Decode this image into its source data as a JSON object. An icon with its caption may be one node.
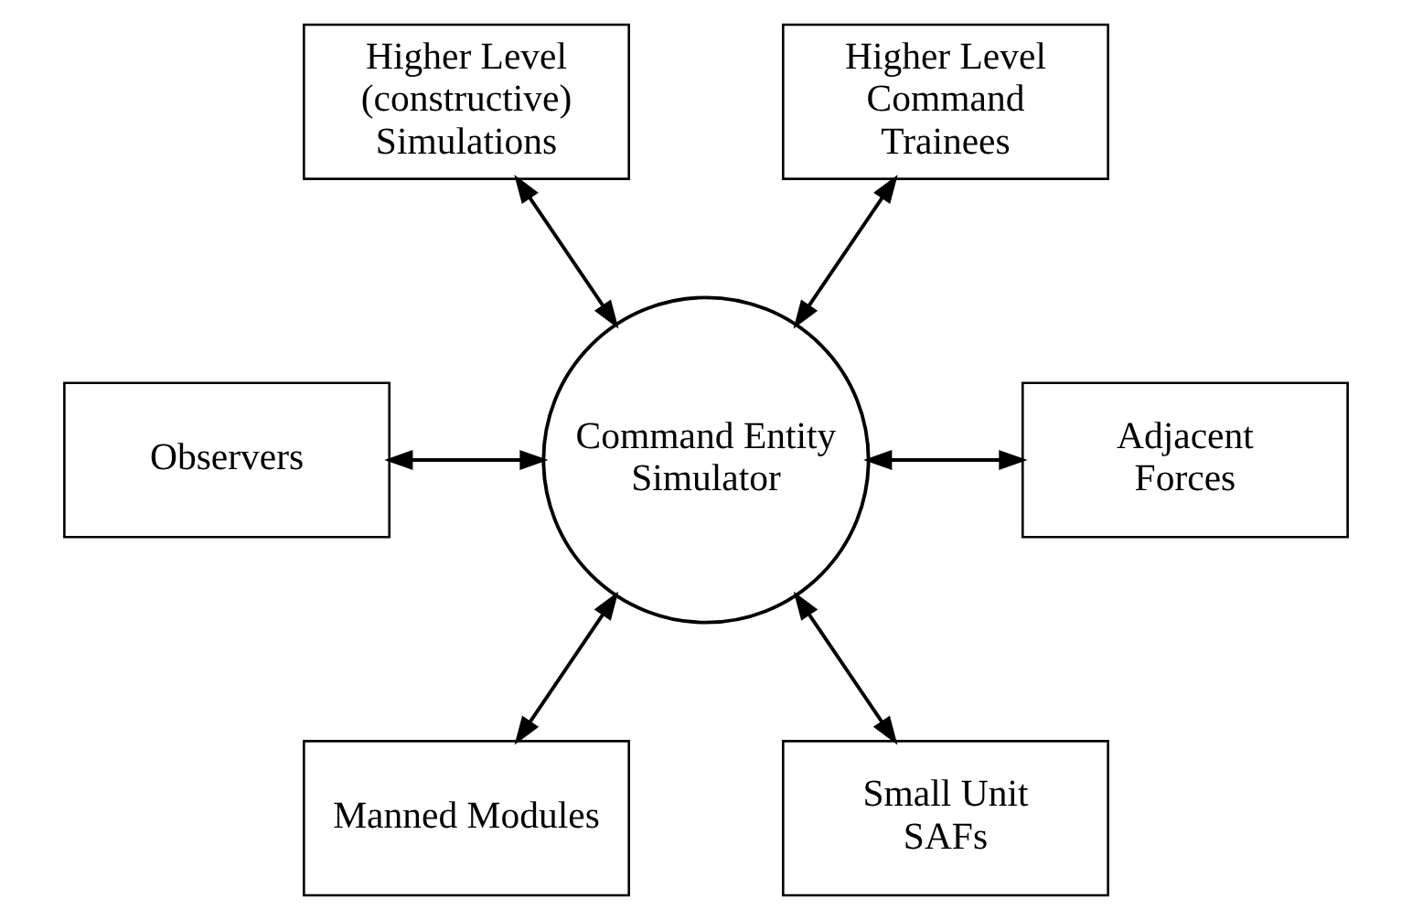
{
  "diagram": {
    "nodes": [
      {
        "text": [
          "Higher Level (constructive) Simulations"
        ]
      },
      {
        "text": [
          "Higher Level Command Trainees"
        ]
      },
      {
        "text": [
          "Observers"
        ]
      },
      {
        "text": [
          "Command Entity Simulator"
        ]
      },
      {
        "text": [
          "Adjacent Forces"
        ]
      },
      {
        "text": [
          "Manned Modules"
        ]
      },
      {
        "text": [
          "Small Unit SAFs"
        ]
      }
    ],
    "edges": [
      {
        "from": 0,
        "to": 3,
        "arrow": "both"
      },
      {
        "from": 1,
        "to": 3,
        "arrow": "both"
      },
      {
        "from": 2,
        "to": 3,
        "arrow": "both"
      },
      {
        "from": 3,
        "to": 4,
        "arrow": "both"
      },
      {
        "from": 3,
        "to": 5,
        "arrow": "both"
      },
      {
        "from": 3,
        "to": 6,
        "arrow": "both"
      }
    ]
  }
}
